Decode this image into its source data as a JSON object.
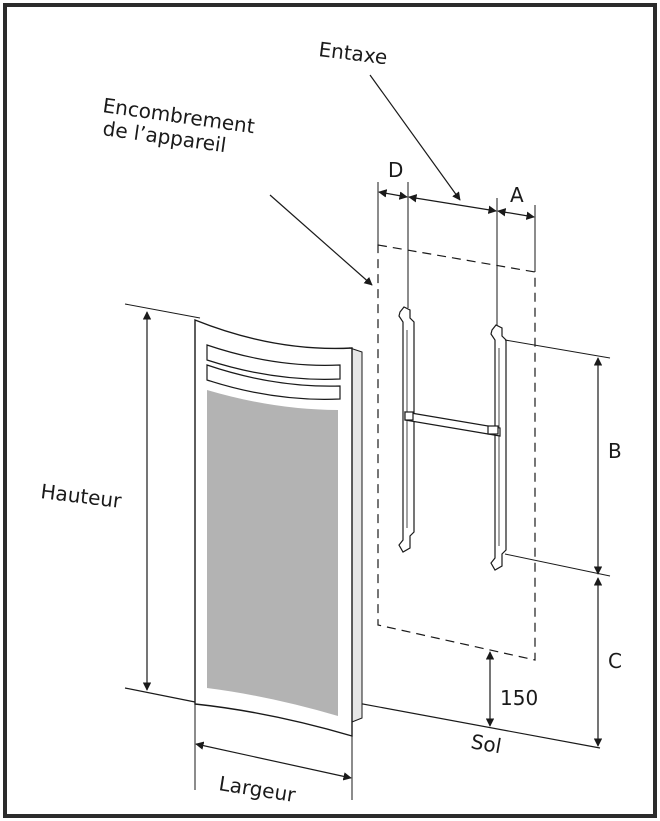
{
  "colors": {
    "frame": "#2b2b2b",
    "line": "#1a1a1a",
    "panel_fill": "#b3b3b3",
    "body_fill": "#ffffff"
  },
  "labels": {
    "entaxe": "Entaxe",
    "encombrement_line1": "Encombrement",
    "encombrement_line2": "de l’appareil",
    "d": "D",
    "a": "A",
    "b": "B",
    "c": "C",
    "hauteur": "Hauteur",
    "largeur": "Largeur",
    "sol": "Sol",
    "dim_150": "150"
  }
}
